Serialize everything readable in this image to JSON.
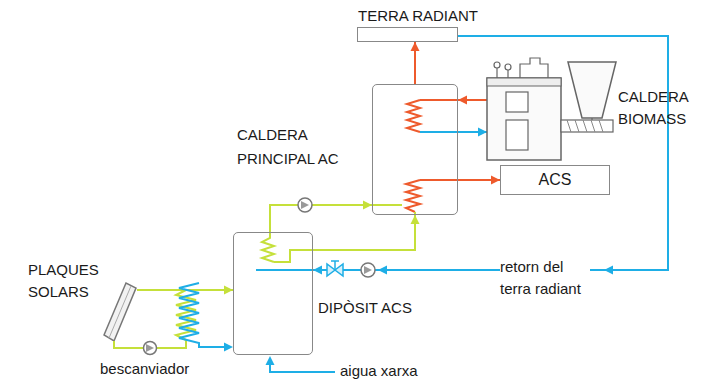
{
  "diagram": {
    "nodes": [
      {
        "text": [
          "TERRA RADIANT"
        ]
      },
      {
        "text": [
          "CALDERA PRINCIPAL AC"
        ]
      },
      {
        "text": [
          "CALDERA BIOMASS"
        ]
      },
      {
        "text": [
          "ACS"
        ]
      },
      {
        "text": [
          "PLAQUES SOLARS"
        ]
      },
      {
        "text": [
          "DIPÒSIT ACS"
        ]
      }
    ],
    "edges": [
      {
        "from": 1,
        "to": 0,
        "arrow": "to"
      },
      {
        "from": 2,
        "to": 1,
        "arrow": "to"
      },
      {
        "from": 1,
        "to": 2,
        "arrow": "to"
      },
      {
        "from": 1,
        "to": 3,
        "arrow": "to"
      },
      {
        "from": 5,
        "to": 1,
        "arrow": "to"
      },
      {
        "from": 5,
        "to": 1,
        "arrow": "to"
      },
      {
        "from": 0,
        "to": 5,
        "arrow": "to"
      },
      {
        "from": 4,
        "to": 5,
        "arrow": "to"
      }
    ],
    "labels": [
      "retorn del terra radiant",
      "bescanviador",
      "aigua xarxa"
    ]
  }
}
